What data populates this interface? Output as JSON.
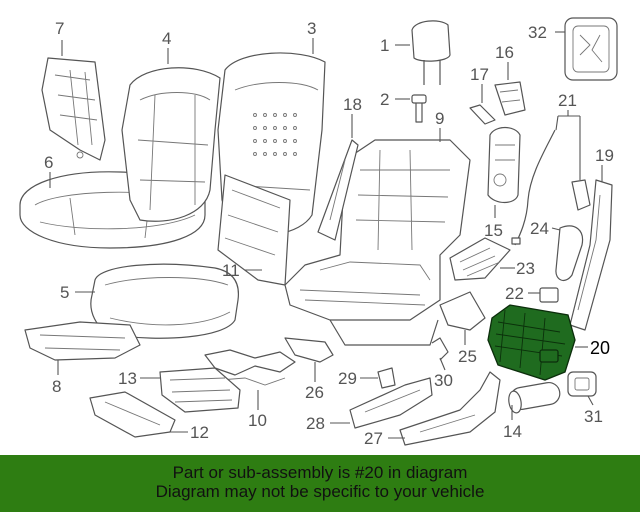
{
  "diagram": {
    "highlighted_part": "20",
    "callouts": [
      "1",
      "2",
      "3",
      "4",
      "5",
      "6",
      "7",
      "8",
      "9",
      "10",
      "11",
      "12",
      "13",
      "14",
      "15",
      "16",
      "17",
      "18",
      "19",
      "20",
      "21",
      "22",
      "23",
      "24",
      "25",
      "26",
      "27",
      "28",
      "29",
      "30",
      "31",
      "32"
    ]
  },
  "banner": {
    "line1": "Part or sub-assembly is #20 in diagram",
    "line2": "Diagram may not be specific to your vehicle",
    "color": "#2e7d12"
  },
  "colors": {
    "highlight": "#1f6b1f",
    "line": "#555555",
    "background": "#ffffff"
  }
}
